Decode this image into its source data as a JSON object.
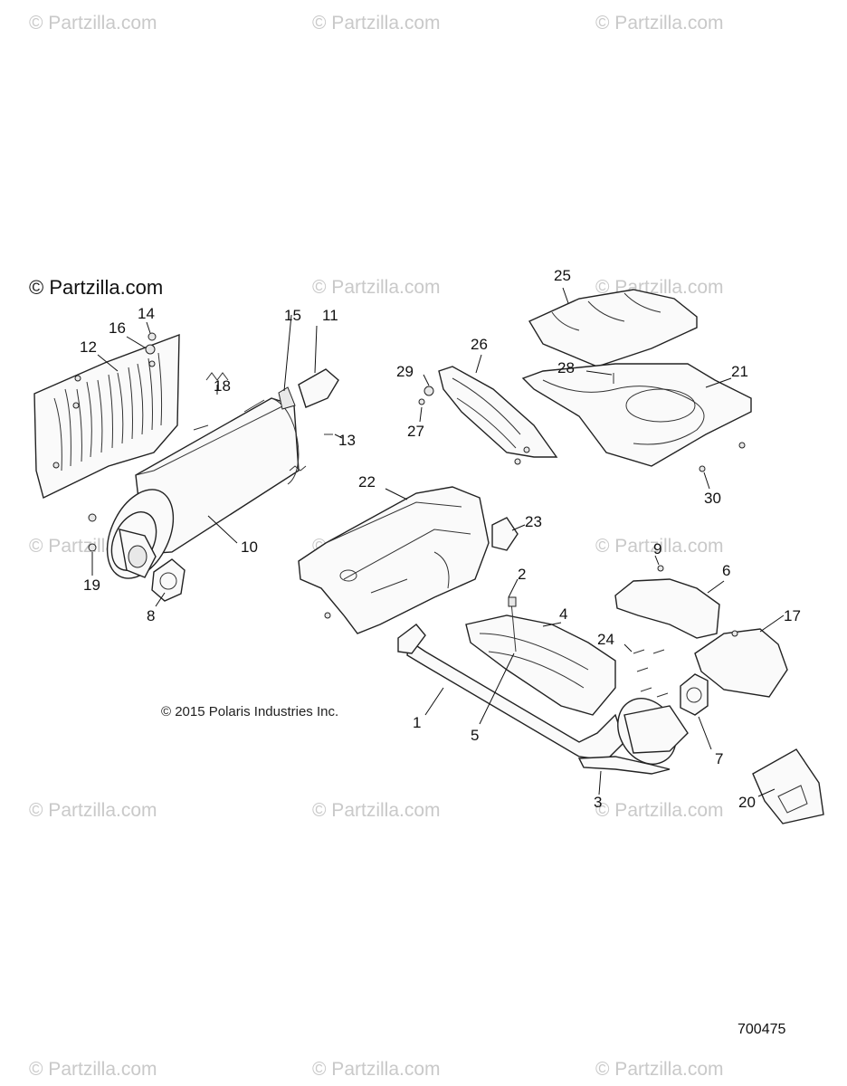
{
  "watermark_text": "© Partzilla.com",
  "copyright_partzilla": "© Partzilla.com",
  "copyright_polaris": "© 2015 Polaris Industries Inc.",
  "document_number": "700475",
  "callouts": {
    "c1": "1",
    "c2": "2",
    "c3": "3",
    "c4": "4",
    "c5": "5",
    "c6": "6",
    "c7": "7",
    "c8": "8",
    "c9": "9",
    "c10": "10",
    "c11": "11",
    "c12": "12",
    "c13": "13",
    "c14": "14",
    "c15": "15",
    "c16": "16",
    "c17": "17",
    "c18": "18",
    "c19": "19",
    "c20": "20",
    "c21": "21",
    "c22": "22",
    "c23": "23",
    "c24": "24",
    "c25": "25",
    "c26": "26",
    "c27": "27",
    "c28": "28",
    "c29": "29",
    "c30": "30"
  }
}
